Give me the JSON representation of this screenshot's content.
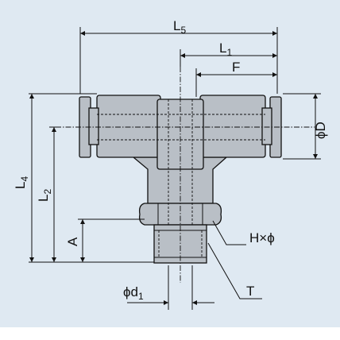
{
  "labels": {
    "l5": "L",
    "l5_sub": "5",
    "l1": "L",
    "l1_sub": "1",
    "f": "F",
    "phi_d_upper": "ϕD",
    "l4": "L",
    "l4_sub": "4",
    "l2": "L",
    "l2_sub": "2",
    "a": "A",
    "h_phi": "H×ϕ",
    "phi_d1": "ϕd",
    "phi_d1_sub": "1",
    "t": "T"
  },
  "colors": {
    "background": "#dfe9f2",
    "part_fill": "#b9bfc6",
    "line": "#111111"
  }
}
